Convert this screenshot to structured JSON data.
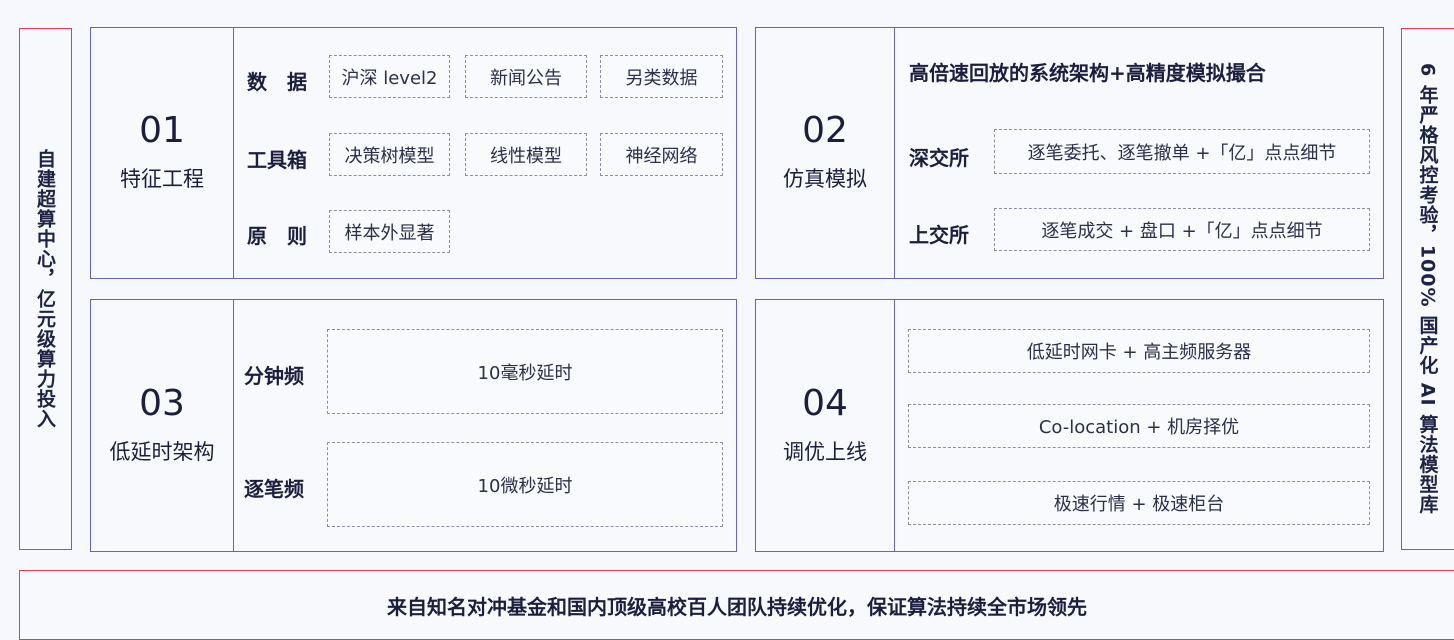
{
  "left_banner": "自建超算中心，亿元级算力投入",
  "right_banner": "6 年严格风控考验，100% 国产化 AI 算法模型库",
  "bottom_banner": "来自知名对冲基金和国内顶级高校百人团队持续优化，保证算法持续全市场领先",
  "cards": [
    {
      "number": "01",
      "title": "特征工程",
      "rows": [
        {
          "label": "数　据",
          "tags": [
            "沪深 level2",
            "新闻公告",
            "另类数据"
          ]
        },
        {
          "label": "工具箱",
          "tags": [
            "决策树模型",
            "线性模型",
            "神经网络"
          ]
        },
        {
          "label": "原　则",
          "tags": [
            "样本外显著"
          ]
        }
      ]
    },
    {
      "number": "02",
      "title": "仿真模拟",
      "headline": "高倍速回放的系统架构+高精度模拟撮合",
      "rows": [
        {
          "label": "深交所",
          "tags": [
            "逐笔委托、逐笔撤单 +「亿」点点细节"
          ]
        },
        {
          "label": "上交所",
          "tags": [
            "逐笔成交 + 盘口 +「亿」点点细节"
          ]
        }
      ]
    },
    {
      "number": "03",
      "title": "低延时架构",
      "rows": [
        {
          "label": "分钟频",
          "tags": [
            "10毫秒延时"
          ]
        },
        {
          "label": "逐笔频",
          "tags": [
            "10微秒延时"
          ]
        }
      ]
    },
    {
      "number": "04",
      "title": "调优上线",
      "tags": [
        "低延时网卡 + 高主频服务器",
        "Co-location  +  机房择优",
        "极速行情  +  极速柜台"
      ]
    }
  ]
}
